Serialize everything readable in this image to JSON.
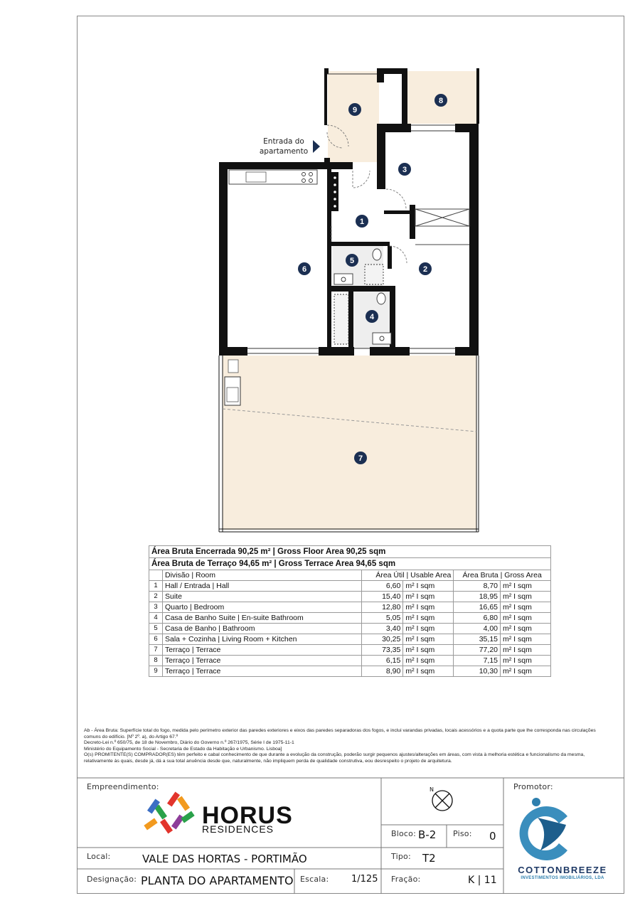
{
  "plan": {
    "entrance_label": [
      "Entrada do",
      "apartamento"
    ],
    "rooms": [
      "1",
      "2",
      "3",
      "4",
      "5",
      "6",
      "7",
      "8",
      "9"
    ]
  },
  "table": {
    "header_gross_floor": "Área Bruta Encerrada 90,25  m² | Gross Floor Area 90,25 sqm",
    "header_gross_terrace": "Área Bruta de Terraço 94,65 m² | Gross Terrace Area 94,65 sqm",
    "col_room": "Divisão | Room",
    "col_usable": "Área Útil | Usable Area",
    "col_gross": "Área Bruta | Gross Area",
    "unit": "m² I sqm",
    "rows": [
      {
        "n": "1",
        "room": "Hall / Entrada | Hall",
        "usable": "6,60",
        "gross": "8,70"
      },
      {
        "n": "2",
        "room": "Suite",
        "usable": "15,40",
        "gross": "18,95"
      },
      {
        "n": "3",
        "room": "Quarto | Bedroom",
        "usable": "12,80",
        "gross": "16,65"
      },
      {
        "n": "4",
        "room": "Casa de Banho Suite | En-suite Bathroom",
        "usable": "5,05",
        "gross": "6,80"
      },
      {
        "n": "5",
        "room": "Casa de Banho | Bathroom",
        "usable": "3,40",
        "gross": "4,00"
      },
      {
        "n": "6",
        "room": "Sala + Cozinha | Living Room + Kitchen",
        "usable": "30,25",
        "gross": "35,15"
      },
      {
        "n": "7",
        "room": "Terraço | Terrace",
        "usable": "73,35",
        "gross": "77,20"
      },
      {
        "n": "8",
        "room": "Terraço | Terrace",
        "usable": "6,15",
        "gross": "7,15"
      },
      {
        "n": "9",
        "room": "Terraço | Terrace",
        "usable": "8,90",
        "gross": "10,30"
      }
    ]
  },
  "notes": [
    "Ab - Área Bruta: Superfície total do fogo, medida pelo perímetro exterior das paredes exteriores e eixos das paredes separadoras dos fogos, e inclui varandas privadas, locais acessórios e a quota parte que lhe corresponda nas circulações comuns do edifício. [Nº 2º. a), do Artigo 67.º",
    "Decreto-Lei n.º 650/75, de 18 de Novembro, Diário do Governo n.º 267/1975, Série I de 1975-11-1",
    "Ministério do Equipamento Social - Secretaria de Estado da Habitação e Urbanismo. Lisboa]",
    "O(s) PROMITENTE(S) COMPRADOR(ES) têm perfeito e cabal conhecimento de que durante a evolução da construção, poderão surgir pequenos ajustes/alterações em áreas, com vista à melhoria estética e funcionalismo da mesma, relativamente às quais, desde já, dá a sua total anuência desde que, naturalmente, não impliquem perda de qualidade construtiva, eou desrespeito o projeto de arquitetura."
  ],
  "titleblock": {
    "empreendimento_label": "Empreendimento:",
    "horus_name": "HORUS",
    "horus_sub": "RESIDENCES",
    "promotor_label": "Promotor:",
    "north": "N",
    "bloco_label": "Bloco:",
    "bloco_value": "B-2",
    "piso_label": "Piso:",
    "piso_value": "0",
    "local_label": "Local:",
    "local_value": "VALE DAS HORTAS - PORTIMÃO",
    "tipo_label": "Tipo:",
    "tipo_value": "T2",
    "designacao_label": "Designação:",
    "designacao_value": "PLANTA DO APARTAMENTO",
    "escala_label": "Escala:",
    "escala_value": "1/125",
    "fracao_label": "Fração:",
    "fracao_value": "K | 11",
    "cotton_name": "COTTONBREEZE",
    "cotton_sub": "INVESTIMENTOS IMOBILIÁRIOS, LDA"
  },
  "colors": {
    "terrace": "#f8eddd",
    "marker": "#1b2f52",
    "wall": "#111111",
    "cotton_blue": "#2e7fae"
  }
}
